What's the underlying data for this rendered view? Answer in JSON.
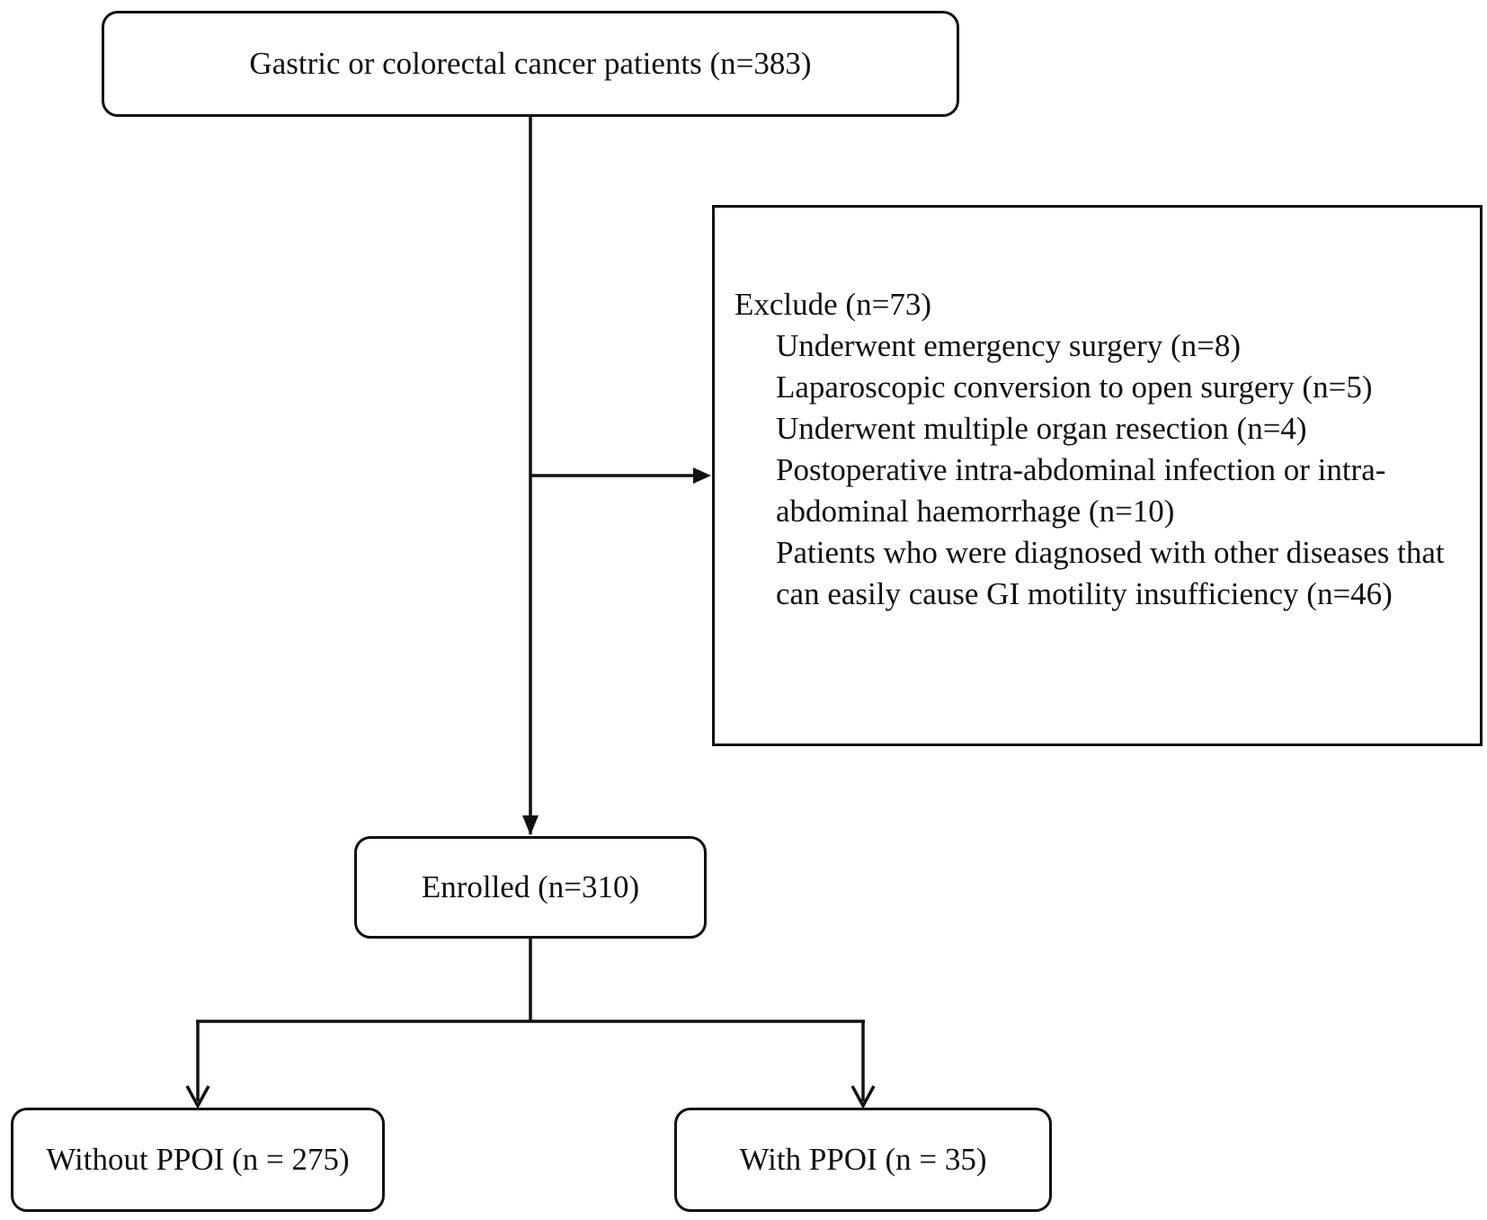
{
  "nodes": {
    "start": {
      "label": "Gastric or colorectal cancer patients (n=383)"
    },
    "exclude": {
      "title": "Exclude (n=73)",
      "items": [
        "Underwent emergency surgery (n=8)",
        "Laparoscopic conversion to open surgery (n=5)",
        "Underwent multiple organ resection (n=4)",
        "Postoperative intra-abdominal infection or intra-abdominal haemorrhage (n=10)",
        "Patients who were diagnosed with other diseases that can easily cause GI motility insufficiency (n=46)"
      ]
    },
    "enrolled": {
      "label": "Enrolled (n=310)"
    },
    "without_ppoi": {
      "label": "Without PPOI (n = 275)"
    },
    "with_ppoi": {
      "label": "With PPOI (n = 35)"
    }
  },
  "edges": [
    {
      "from": "start",
      "to": "enrolled"
    },
    {
      "from": "start",
      "to": "exclude"
    },
    {
      "from": "enrolled",
      "to": "without_ppoi"
    },
    {
      "from": "enrolled",
      "to": "with_ppoi"
    }
  ],
  "colors": {
    "stroke": "#111111",
    "background": "#ffffff"
  }
}
